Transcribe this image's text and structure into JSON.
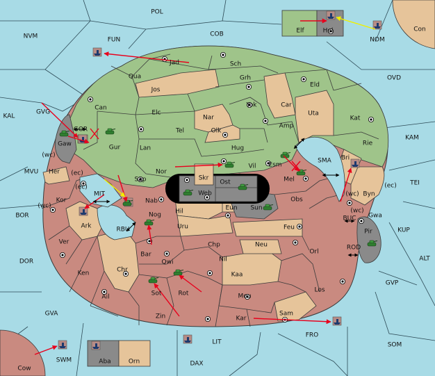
{
  "game": {
    "map_name": ""
  },
  "colors": {
    "sea": "#a8dbe6",
    "green_power": "#9fc48a",
    "tan_power": "#e6c49a",
    "red_power": "#c98a80",
    "gray_power": "#8a8a8a",
    "black_power": "#000000",
    "order_arrow_red": "#e8001c",
    "order_arrow_yellow": "#f0f000"
  },
  "icons": {
    "army": "tank-icon",
    "fleet": "ship-icon",
    "supply_center": "supply-center-icon",
    "order": "order-arrow-icon"
  },
  "labels": {
    "pol": "POL",
    "nvm": "NVM",
    "fun": "FUN",
    "cob": "COB",
    "nom": "NOM",
    "con": "Con",
    "elf": "Elf",
    "hel": "Hel",
    "jad": "Jad",
    "sch": "Sch",
    "qua": "Qua",
    "jos": "Jos",
    "grh": "Grh",
    "eld": "Eld",
    "ovd": "OVD",
    "kal": "KAL",
    "gvg": "GVG",
    "can": "Can",
    "car": "Car",
    "yok": "Yok",
    "nar": "Nar",
    "uta": "Uta",
    "kat": "Kat",
    "elc": "Elc",
    "tel": "Tel",
    "olk": "Olk",
    "amp": "Amp",
    "kam": "KAM",
    "gor": "GOR",
    "gaw": "Gaw",
    "gur": "Gur",
    "lan": "Lan",
    "hug": "Hug",
    "rie": "Rie",
    "mvu": "MVU",
    "wc1": "(wc)",
    "her": "Her",
    "ec1": "(ec)",
    "nor": "Nor",
    "skr": "Skr",
    "vil": "Vil",
    "esm": "Esm",
    "sma": "SMA",
    "bri": "Bri",
    "tei": "TEI",
    "sap": "Sap",
    "ost": "Ost",
    "mel": "Mel",
    "ec2": "(ec)",
    "web": "Web",
    "wc2": "(wc)",
    "byn": "Byn",
    "ec3": "(ec)",
    "kor": "Kor",
    "mit": "MIT",
    "wc3": "(wc)",
    "nab": "Nab",
    "eun": "Eun",
    "sun": "Sun",
    "obs": "Obs",
    "bor": "BOR",
    "hil": "Hil",
    "wc4": "(wc)",
    "gwa": "Gwa",
    "ark": "Ark",
    "rbu": "RBU",
    "nog": "Nog",
    "buc": "BUC",
    "uru": "Uru",
    "feu": "Feu",
    "kup": "KUP",
    "pir": "Pir",
    "ver": "Ver",
    "chp": "Chp",
    "neu": "Neu",
    "dor": "DOR",
    "bar": "Bar",
    "qwi": "Qwi",
    "orl": "Orl",
    "rod": "ROD",
    "alt": "ALT",
    "ken": "Ken",
    "nil": "Nil",
    "chr": "Chr",
    "kaa": "Kaa",
    "gvp": "GVP",
    "sot": "Sot",
    "rot": "Rot",
    "los": "Los",
    "ail": "Ail",
    "mou": "Mou",
    "gva": "GVA",
    "zin": "Zin",
    "kar": "Kar",
    "sam": "Sam",
    "fro": "FRO",
    "lit": "LIT",
    "som": "SOM",
    "cow": "Cow",
    "swm": "SWM",
    "aba": "Aba",
    "orn": "Orn",
    "dax": "DAX"
  }
}
